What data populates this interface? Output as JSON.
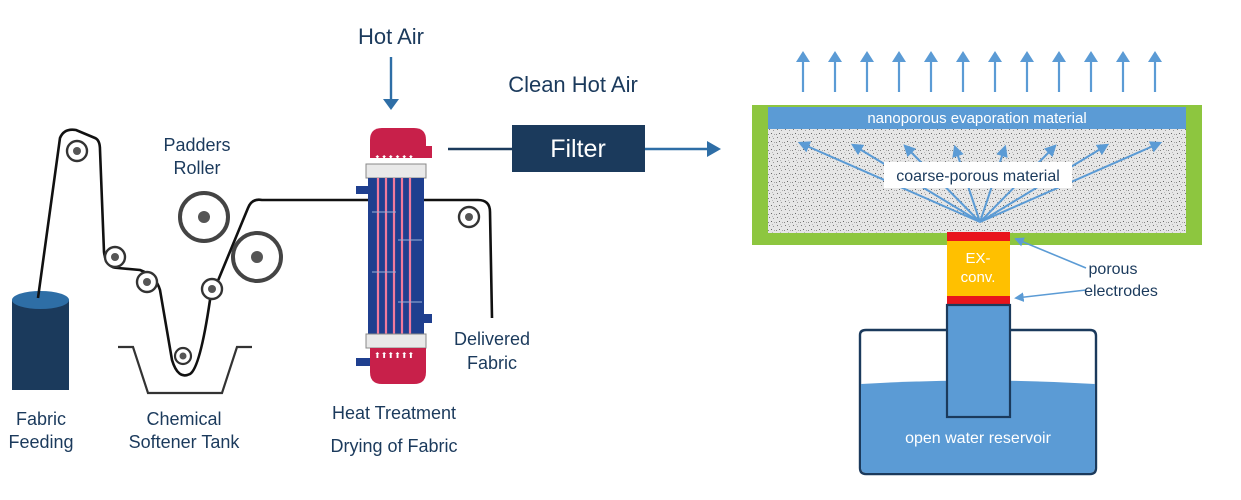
{
  "labels": {
    "hot_air": "Hot Air",
    "clean_hot_air": "Clean Hot Air",
    "filter": "Filter",
    "padders_line1": "Padders",
    "padders_line2": "Roller",
    "fabric_feeding_line1": "Fabric",
    "fabric_feeding_line2": "Feeding",
    "chemical_line1": "Chemical",
    "chemical_line2": "Softener Tank",
    "heat_treatment": "Heat Treatment",
    "drying": "Drying of Fabric",
    "delivered_line1": "Delivered",
    "delivered_line2": "Fabric",
    "nanoporous": "nanoporous evaporation material",
    "coarse": "coarse-porous material",
    "ex_line1": "EX-",
    "ex_line2": "conv.",
    "porous_line1": "porous",
    "porous_line2": "electrodes",
    "reservoir": "open water reservoir"
  },
  "colors": {
    "navy": "#1b3a5c",
    "steel_blue": "#5b9bd5",
    "green_frame": "#8dc63f",
    "orange": "#ffc000",
    "red": "#e8141c",
    "crimson": "#c8204a",
    "dark_blue_exchanger": "#1f3f8f"
  },
  "icons": {
    "up_arrow_count": 12
  }
}
